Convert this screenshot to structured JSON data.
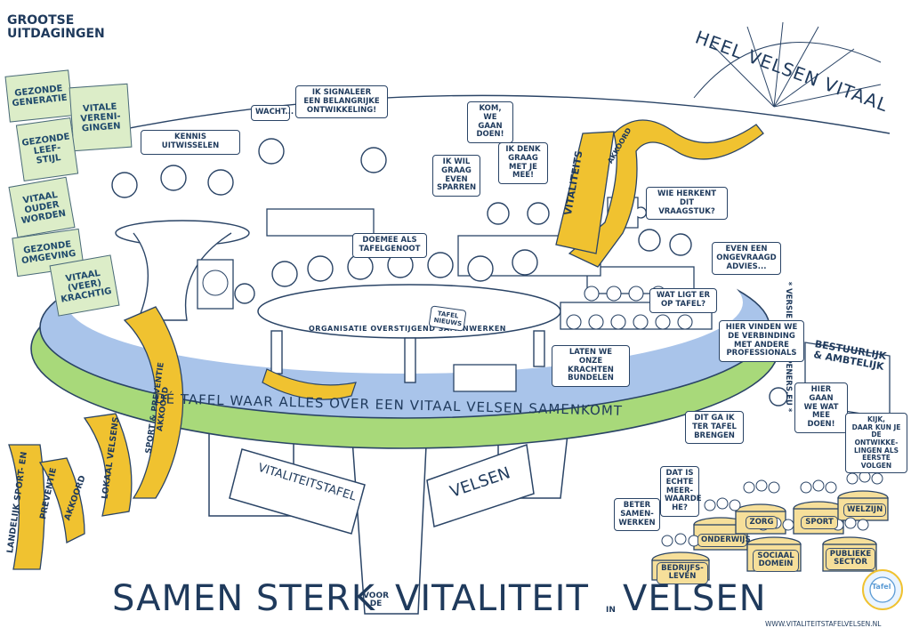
{
  "corner_title": "GROOTSE\nUITDAGINGEN",
  "challenge_notes": [
    "GEZONDE\nGENERATIE",
    "VITALE\nVERENI-\nGINGEN",
    "GEZONDE\nLEEF-\nSTIJL",
    "VITAAL\nOUDER\nWORDEN",
    "GEZONDE\nOMGEVING",
    "VITAAL\n(VEER)\nKRACHTIG"
  ],
  "sun_caption": "HEEL VELSEN VITAAL",
  "version_note": "* VERSIE 2 * EYEOPENERS.EU *",
  "bubbles": {
    "kennis": "KENNIS UITWISSELEN",
    "wacht": "WACHT...",
    "signaleer": "IK SIGNALEER\nEEN BELANGRIJKE\nONTWIKKELING!",
    "kom": "KOM, WE\nGAAN\nDOEN!",
    "sparren": "IK WIL\nGRAAG\nEVEN\nSPARREN",
    "denk": "IK DENK\nGRAAG\nMET JE\nMEE!",
    "herkent": "WIE HERKENT\nDIT VRAAGSTUK?",
    "advies": "EVEN EEN\nONGEVRAAGD\nADVIES...",
    "doemee": "DOEMEE ALS\nTAFELGENOOT",
    "ligt": "WAT LIGT ER\nOP TAFEL?",
    "verbinding": "HIER VINDEN WE\nDE VERBINDING\nMET ANDERE\nPROFESSIONALS",
    "krachten": "LATEN WE\nONZE KRACHTEN\nBUNDELEN",
    "hiergaan": "HIER GAAN\nWE WAT\nMEE DOEN!",
    "tafelbrengen": "DIT GA IK\nTER TAFEL\nBRENGEN",
    "kijk": "KIJK,\nDAAR KUN JE\nDE ONTWIKKE-\nLINGEN ALS\nEERSTE VOLGEN",
    "meerwaarde": "DAT IS\nECHTE\nMEER-\nWAARDE\nHE?",
    "beter": "BETER\nSAMEN-\nWERKEN"
  },
  "vitaliteit_ribbon": "VITALITEITS",
  "akkoord_ribbon": "AKKOORD",
  "table_inner_label": "ORGANISATIE OVERSTIJGEND SAMENWERKEN",
  "tafel_nieuws": "TAFEL\nNIEUWS",
  "table_edge_text": "DÉ TAFEL WAAR ALLES OVER EEN VITAAL VELSEN SAMENKOMT",
  "pillar_left": "VITALITEITSTAFEL",
  "pillar_right": "VELSEN",
  "ribbon_texts": [
    "LANDELIJK SPORT- EN",
    "PREVENTIE",
    "AKKOORD",
    "LOKAAL VELSENS",
    "SPORT & PREVENTIE AKKOORD"
  ],
  "sign": "BESTUURLIJK\n& AMBTELIJK",
  "sectors": {
    "zorg": "ZORG",
    "sport": "SPORT",
    "welzijn": "WELZIJN",
    "onderwijs": "ONDERWIJS",
    "sociaal": "SOCIAAL\nDOMEIN",
    "publieke": "PUBLIEKE\nSECTOR",
    "bedrijf": "BEDRIJFS-\nLEVEN"
  },
  "bottom_title": {
    "samen_sterk": "SAMEN STERK",
    "voor_de": "VOOR\nDE",
    "vitaliteit": "VITALITEIT",
    "in": "IN",
    "velsen": "VELSEN"
  },
  "website": "WWW.VITALITEITSTAFELVELSEN.NL",
  "logo_text": "Tafel",
  "colors": {
    "navy": "#1f3a5c",
    "table_top": "#a9c4ea",
    "table_rim": "#a8d97a",
    "ribbon": "#f0c230",
    "note": "#dcedc8",
    "plaque": "#f6df9a"
  }
}
